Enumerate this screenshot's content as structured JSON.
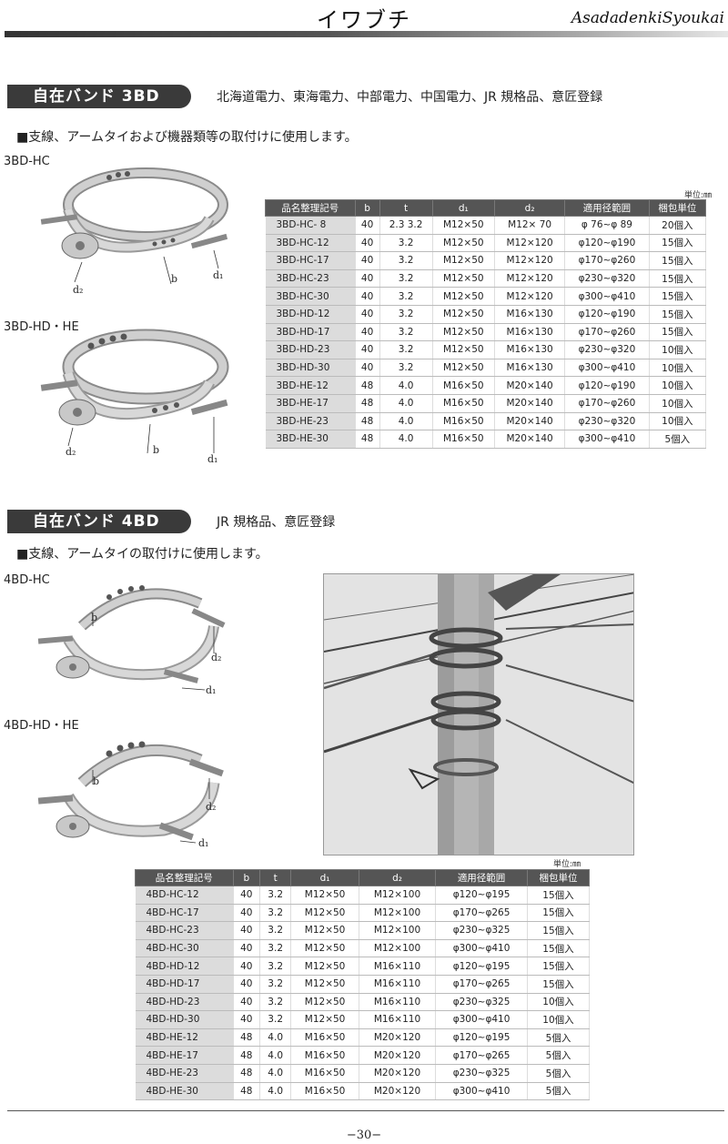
{
  "header": {
    "title": "イワブチ",
    "brand": "AsadadenkiSyoukai"
  },
  "section1": {
    "title": "自在バンド 3BD",
    "subtitle": "北海道電力、東海電力、中部電力、中国電力、JR 規格品、意匠登録",
    "description": "■支線、アームタイおよび機器類等の取付けに使用します。",
    "product_labels": [
      "3BD-HC",
      "3BD-HD・HE"
    ],
    "diagram_labels": {
      "b": "b",
      "d1": "d₁",
      "d2": "d₂"
    },
    "unit": "単位:㎜",
    "columns": [
      "品名整理記号",
      "b",
      "t",
      "d₁",
      "d₂",
      "適用径範囲",
      "梱包単位"
    ],
    "rows": [
      [
        "3BD-HC- 8",
        "40",
        "2.3 3.2",
        "M12×50",
        "M12× 70",
        "φ 76~φ 89",
        "20個入"
      ],
      [
        "3BD-HC-12",
        "40",
        "3.2",
        "M12×50",
        "M12×120",
        "φ120~φ190",
        "15個入"
      ],
      [
        "3BD-HC-17",
        "40",
        "3.2",
        "M12×50",
        "M12×120",
        "φ170~φ260",
        "15個入"
      ],
      [
        "3BD-HC-23",
        "40",
        "3.2",
        "M12×50",
        "M12×120",
        "φ230~φ320",
        "15個入"
      ],
      [
        "3BD-HC-30",
        "40",
        "3.2",
        "M12×50",
        "M12×120",
        "φ300~φ410",
        "15個入"
      ],
      [
        "3BD-HD-12",
        "40",
        "3.2",
        "M12×50",
        "M16×130",
        "φ120~φ190",
        "15個入"
      ],
      [
        "3BD-HD-17",
        "40",
        "3.2",
        "M12×50",
        "M16×130",
        "φ170~φ260",
        "15個入"
      ],
      [
        "3BD-HD-23",
        "40",
        "3.2",
        "M12×50",
        "M16×130",
        "φ230~φ320",
        "10個入"
      ],
      [
        "3BD-HD-30",
        "40",
        "3.2",
        "M12×50",
        "M16×130",
        "φ300~φ410",
        "10個入"
      ],
      [
        "3BD-HE-12",
        "48",
        "4.0",
        "M16×50",
        "M20×140",
        "φ120~φ190",
        "10個入"
      ],
      [
        "3BD-HE-17",
        "48",
        "4.0",
        "M16×50",
        "M20×140",
        "φ170~φ260",
        "10個入"
      ],
      [
        "3BD-HE-23",
        "48",
        "4.0",
        "M16×50",
        "M20×140",
        "φ230~φ320",
        "10個入"
      ],
      [
        "3BD-HE-30",
        "48",
        "4.0",
        "M16×50",
        "M20×140",
        "φ300~φ410",
        "5個入"
      ]
    ]
  },
  "section2": {
    "title": "自在バンド 4BD",
    "subtitle": "JR 規格品、意匠登録",
    "description": "■支線、アームタイの取付けに使用します。",
    "product_labels": [
      "4BD-HC",
      "4BD-HD・HE"
    ],
    "diagram_labels": {
      "b": "b",
      "d1": "d₁",
      "d2": "d₂"
    },
    "unit": "単位:㎜",
    "columns": [
      "品名整理記号",
      "b",
      "t",
      "d₁",
      "d₂",
      "適用径範囲",
      "梱包単位"
    ],
    "rows": [
      [
        "4BD-HC-12",
        "40",
        "3.2",
        "M12×50",
        "M12×100",
        "φ120~φ195",
        "15個入"
      ],
      [
        "4BD-HC-17",
        "40",
        "3.2",
        "M12×50",
        "M12×100",
        "φ170~φ265",
        "15個入"
      ],
      [
        "4BD-HC-23",
        "40",
        "3.2",
        "M12×50",
        "M12×100",
        "φ230~φ325",
        "15個入"
      ],
      [
        "4BD-HC-30",
        "40",
        "3.2",
        "M12×50",
        "M12×100",
        "φ300~φ410",
        "15個入"
      ],
      [
        "4BD-HD-12",
        "40",
        "3.2",
        "M12×50",
        "M16×110",
        "φ120~φ195",
        "15個入"
      ],
      [
        "4BD-HD-17",
        "40",
        "3.2",
        "M12×50",
        "M16×110",
        "φ170~φ265",
        "15個入"
      ],
      [
        "4BD-HD-23",
        "40",
        "3.2",
        "M12×50",
        "M16×110",
        "φ230~φ325",
        "10個入"
      ],
      [
        "4BD-HD-30",
        "40",
        "3.2",
        "M12×50",
        "M16×110",
        "φ300~φ410",
        "10個入"
      ],
      [
        "4BD-HE-12",
        "48",
        "4.0",
        "M16×50",
        "M20×120",
        "φ120~φ195",
        "5個入"
      ],
      [
        "4BD-HE-17",
        "48",
        "4.0",
        "M16×50",
        "M20×120",
        "φ170~φ265",
        "5個入"
      ],
      [
        "4BD-HE-23",
        "48",
        "4.0",
        "M16×50",
        "M20×120",
        "φ230~φ325",
        "5個入"
      ],
      [
        "4BD-HE-30",
        "48",
        "4.0",
        "M16×50",
        "M20×120",
        "φ300~φ410",
        "5個入"
      ]
    ]
  },
  "footer": {
    "page_number": "−30−"
  }
}
